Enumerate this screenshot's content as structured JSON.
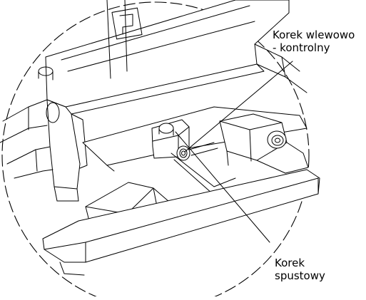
{
  "labels": {
    "fill_plug_line1": "Korek wlewowo",
    "fill_plug_line2": "- kontrolny",
    "drain_plug_line1": "Korek",
    "drain_plug_line2": "spustowy"
  },
  "colors": {
    "line": "#000000",
    "background": "#ffffff"
  },
  "icons": {
    "callout": "leader-line",
    "detail_view": "dashed-circle"
  }
}
